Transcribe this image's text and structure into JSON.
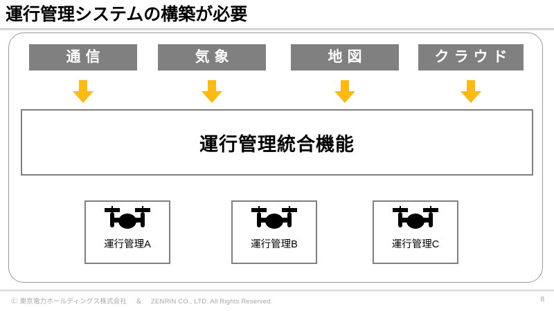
{
  "slide": {
    "title": "運行管理システムの構築が必要",
    "page_number": "8"
  },
  "sources": [
    {
      "label": "通信",
      "icon": "communication-icon"
    },
    {
      "label": "気象",
      "icon": "weather-icon"
    },
    {
      "label": "地図",
      "icon": "map-icon"
    },
    {
      "label": "クラウド",
      "icon": "cloud-icon"
    }
  ],
  "arrows": [
    {
      "name": "down-arrow-icon"
    },
    {
      "name": "down-arrow-icon"
    },
    {
      "name": "down-arrow-icon"
    },
    {
      "name": "down-arrow-icon"
    }
  ],
  "core": {
    "label": "運行管理統合機能"
  },
  "units": [
    {
      "label": "運行管理A",
      "icon": "drone-icon"
    },
    {
      "label": "運行管理B",
      "icon": "drone-icon"
    },
    {
      "label": "運行管理C",
      "icon": "drone-icon"
    }
  ],
  "footer": {
    "copyright": "Ⓒ 東京電力ホールディングス株式会社 　＆ 　ZENRIN CO., LTD. All Rights Reserved.",
    "page": "8"
  },
  "colors": {
    "chip_gray": "#808080",
    "arrow_amber": "#FDBA12",
    "box_border": "#7F7F7F",
    "panel_border": "#9A9A9A",
    "title_text": "#000000",
    "footer_text": "#A6A6A6"
  }
}
